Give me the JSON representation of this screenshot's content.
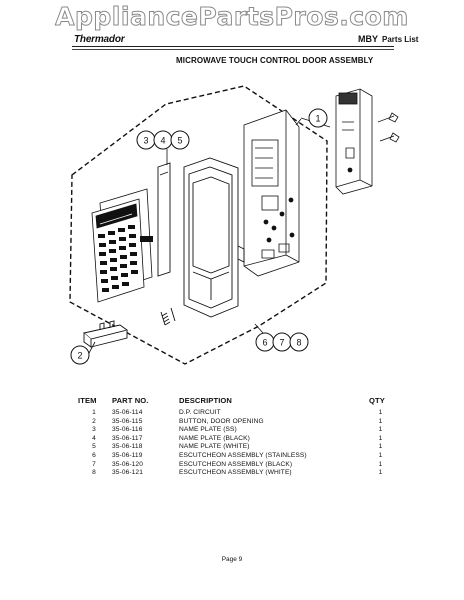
{
  "watermark": "AppliancePartsPros.com",
  "header": {
    "brand": "Thermador",
    "model_code": "MBY",
    "list_label": "Parts List"
  },
  "title": "MICROWAVE TOUCH CONTROL DOOR ASSEMBLY",
  "diagram": {
    "callouts": [
      "1",
      "2",
      "3",
      "4",
      "5",
      "6",
      "7",
      "8"
    ]
  },
  "table": {
    "headers": {
      "item": "ITEM",
      "part": "PART NO.",
      "description": "DESCRIPTION",
      "qty": "QTY"
    },
    "rows": [
      {
        "item": "1",
        "part": "35-06-114",
        "description": "D.P. CIRCUIT",
        "qty": "1"
      },
      {
        "item": "2",
        "part": "35-06-115",
        "description": "BUTTON, DOOR OPENING",
        "qty": "1"
      },
      {
        "item": "3",
        "part": "35-06-116",
        "description": "NAME PLATE (SS)",
        "qty": "1"
      },
      {
        "item": "4",
        "part": "35-06-117",
        "description": "NAME PLATE (BLACK)",
        "qty": "1"
      },
      {
        "item": "5",
        "part": "35-06-118",
        "description": "NAME PLATE (WHITE)",
        "qty": "1"
      },
      {
        "item": "6",
        "part": "35-06-119",
        "description": "ESCUTCHEON ASSEMBLY (STAINLESS)",
        "qty": "1"
      },
      {
        "item": "7",
        "part": "35-06-120",
        "description": "ESCUTCHEON ASSEMBLY (BLACK)",
        "qty": "1"
      },
      {
        "item": "8",
        "part": "35-06-121",
        "description": "ESCUTCHEON ASSEMBLY (WHITE)",
        "qty": "1"
      }
    ]
  },
  "footer": {
    "page": "Page 9"
  }
}
